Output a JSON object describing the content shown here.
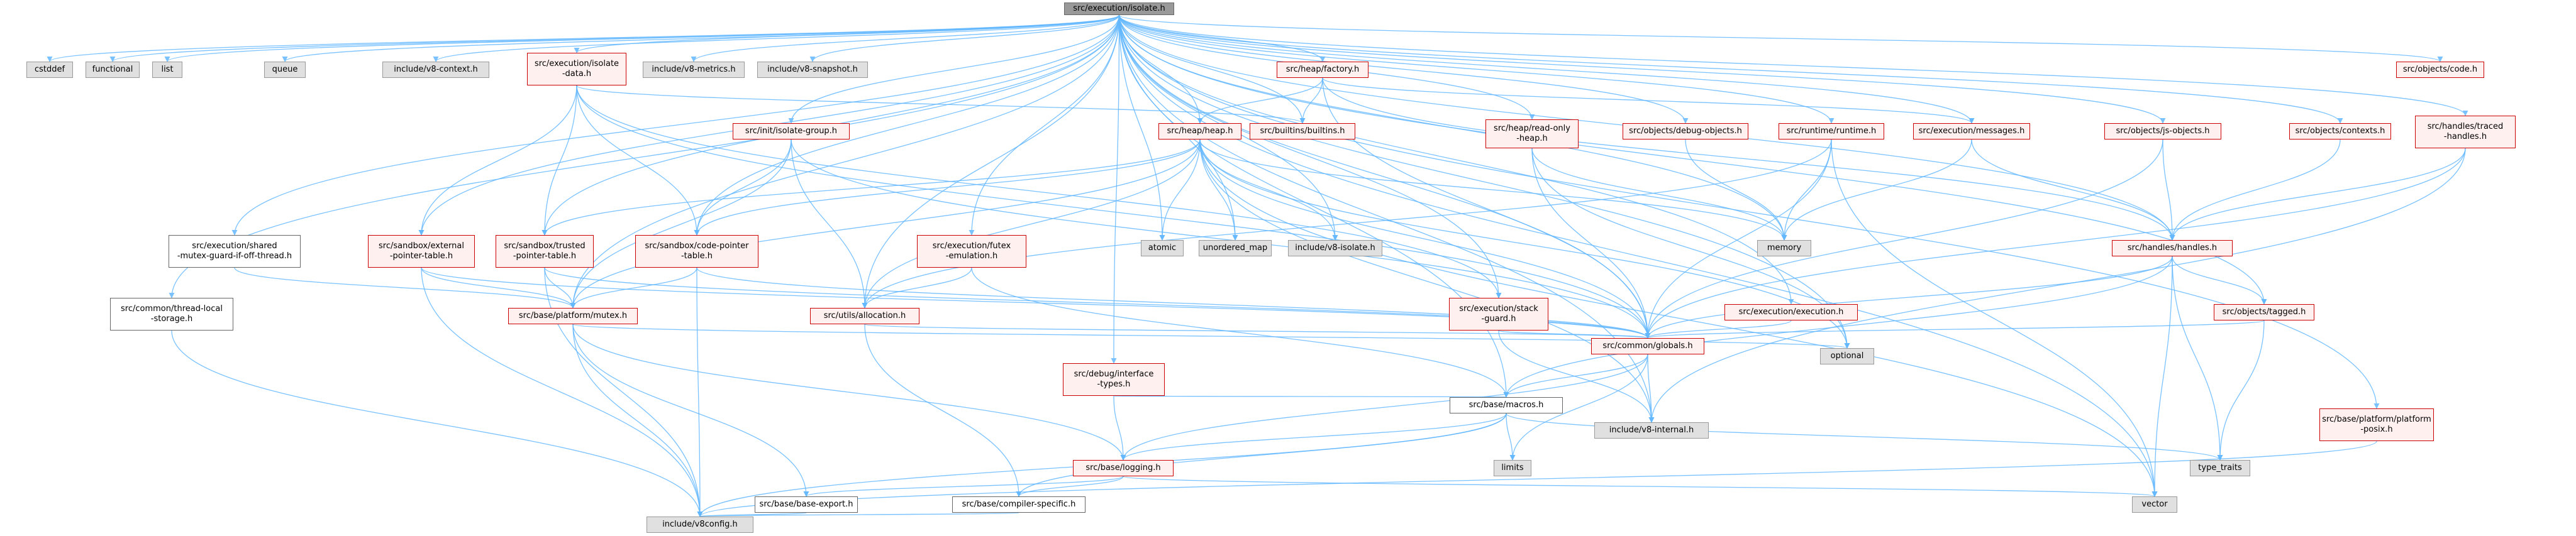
{
  "diagram": {
    "edge_color": "#63b8ff",
    "node_fill_colors": {
      "root": "#999999",
      "internal": "#fff0f0",
      "leaf": "#ffffff",
      "system": "#e0e0e0"
    },
    "node_border_colors": {
      "internal": "#cc0000",
      "leaf": "#666666",
      "system": "#999999"
    },
    "nodes": [
      {
        "id": "root",
        "label": "src/execution/isolate.h",
        "kind": "root"
      },
      {
        "id": "cstddef",
        "label": "cstddef",
        "kind": "system"
      },
      {
        "id": "functional",
        "label": "functional",
        "kind": "system"
      },
      {
        "id": "list",
        "label": "list",
        "kind": "system"
      },
      {
        "id": "queue",
        "label": "queue",
        "kind": "system"
      },
      {
        "id": "v8context",
        "label": "include/v8-context.h",
        "kind": "system"
      },
      {
        "id": "isolatedata",
        "label": "src/execution/isolate\n-data.h",
        "kind": "internal"
      },
      {
        "id": "v8metrics",
        "label": "include/v8-metrics.h",
        "kind": "system"
      },
      {
        "id": "v8snapshot",
        "label": "include/v8-snapshot.h",
        "kind": "system"
      },
      {
        "id": "heapfactory",
        "label": "src/heap/factory.h",
        "kind": "internal"
      },
      {
        "id": "objcode",
        "label": "src/objects/code.h",
        "kind": "internal"
      },
      {
        "id": "isolategroup",
        "label": "src/init/isolate-group.h",
        "kind": "internal"
      },
      {
        "id": "builtins",
        "label": "src/builtins/builtins.h",
        "kind": "internal"
      },
      {
        "id": "heapheap",
        "label": "src/heap/heap.h",
        "kind": "internal"
      },
      {
        "id": "readonlyheap",
        "label": "src/heap/read-only\n-heap.h",
        "kind": "internal"
      },
      {
        "id": "debugobjects",
        "label": "src/objects/debug-objects.h",
        "kind": "internal"
      },
      {
        "id": "runtime",
        "label": "src/runtime/runtime.h",
        "kind": "internal"
      },
      {
        "id": "messages",
        "label": "src/execution/messages.h",
        "kind": "internal"
      },
      {
        "id": "jsobjects",
        "label": "src/objects/js-objects.h",
        "kind": "internal"
      },
      {
        "id": "contexts",
        "label": "src/objects/contexts.h",
        "kind": "internal"
      },
      {
        "id": "tracedhandles",
        "label": "src/handles/traced\n-handles.h",
        "kind": "internal"
      },
      {
        "id": "mutexguard",
        "label": "src/execution/shared\n-mutex-guard-if-off-thread.h",
        "kind": "leaf"
      },
      {
        "id": "extptrtable",
        "label": "src/sandbox/external\n-pointer-table.h",
        "kind": "internal"
      },
      {
        "id": "trustedptrtable",
        "label": "src/sandbox/trusted\n-pointer-table.h",
        "kind": "internal"
      },
      {
        "id": "codeptrtable",
        "label": "src/sandbox/code-pointer\n-table.h",
        "kind": "internal"
      },
      {
        "id": "futex",
        "label": "src/execution/futex\n-emulation.h",
        "kind": "internal"
      },
      {
        "id": "atomic",
        "label": "atomic",
        "kind": "system"
      },
      {
        "id": "unorderedmap",
        "label": "unordered_map",
        "kind": "system"
      },
      {
        "id": "v8isolate",
        "label": "include/v8-isolate.h",
        "kind": "system"
      },
      {
        "id": "memory",
        "label": "memory",
        "kind": "system"
      },
      {
        "id": "handles",
        "label": "src/handles/handles.h",
        "kind": "internal"
      },
      {
        "id": "threadlocal",
        "label": "src/common/thread-local\n-storage.h",
        "kind": "leaf"
      },
      {
        "id": "mutex",
        "label": "src/base/platform/mutex.h",
        "kind": "internal"
      },
      {
        "id": "allocation",
        "label": "src/utils/allocation.h",
        "kind": "internal"
      },
      {
        "id": "stackguard",
        "label": "src/execution/stack\n-guard.h",
        "kind": "internal"
      },
      {
        "id": "execution",
        "label": "src/execution/execution.h",
        "kind": "internal"
      },
      {
        "id": "tagged",
        "label": "src/objects/tagged.h",
        "kind": "internal"
      },
      {
        "id": "globals",
        "label": "src/common/globals.h",
        "kind": "internal"
      },
      {
        "id": "optional",
        "label": "optional",
        "kind": "system"
      },
      {
        "id": "interfacetypes",
        "label": "src/debug/interface\n-types.h",
        "kind": "internal"
      },
      {
        "id": "macros",
        "label": "src/base/macros.h",
        "kind": "leaf"
      },
      {
        "id": "v8internal",
        "label": "include/v8-internal.h",
        "kind": "system"
      },
      {
        "id": "platformposix",
        "label": "src/base/platform/platform\n-posix.h",
        "kind": "internal"
      },
      {
        "id": "limits",
        "label": "limits",
        "kind": "system"
      },
      {
        "id": "typetraits",
        "label": "type_traits",
        "kind": "system"
      },
      {
        "id": "logging",
        "label": "src/base/logging.h",
        "kind": "internal"
      },
      {
        "id": "baseexport",
        "label": "src/base/base-export.h",
        "kind": "leaf"
      },
      {
        "id": "compilerspecific",
        "label": "src/base/compiler-specific.h",
        "kind": "leaf"
      },
      {
        "id": "vector",
        "label": "vector",
        "kind": "system"
      },
      {
        "id": "v8config",
        "label": "include/v8config.h",
        "kind": "system"
      }
    ],
    "edges": [
      [
        "root",
        "cstddef"
      ],
      [
        "root",
        "functional"
      ],
      [
        "root",
        "list"
      ],
      [
        "root",
        "queue"
      ],
      [
        "root",
        "v8context"
      ],
      [
        "root",
        "isolatedata"
      ],
      [
        "root",
        "v8metrics"
      ],
      [
        "root",
        "v8snapshot"
      ],
      [
        "root",
        "heapfactory"
      ],
      [
        "root",
        "objcode"
      ],
      [
        "root",
        "isolategroup"
      ],
      [
        "root",
        "builtins"
      ],
      [
        "root",
        "heapheap"
      ],
      [
        "root",
        "readonlyheap"
      ],
      [
        "root",
        "debugobjects"
      ],
      [
        "root",
        "runtime"
      ],
      [
        "root",
        "messages"
      ],
      [
        "root",
        "jsobjects"
      ],
      [
        "root",
        "contexts"
      ],
      [
        "root",
        "tracedhandles"
      ],
      [
        "root",
        "mutexguard"
      ],
      [
        "root",
        "extptrtable"
      ],
      [
        "root",
        "trustedptrtable"
      ],
      [
        "root",
        "codeptrtable"
      ],
      [
        "root",
        "futex"
      ],
      [
        "root",
        "atomic"
      ],
      [
        "root",
        "unorderedmap"
      ],
      [
        "root",
        "v8isolate"
      ],
      [
        "root",
        "memory"
      ],
      [
        "root",
        "handles"
      ],
      [
        "root",
        "threadlocal"
      ],
      [
        "root",
        "mutex"
      ],
      [
        "root",
        "allocation"
      ],
      [
        "root",
        "stackguard"
      ],
      [
        "root",
        "execution"
      ],
      [
        "root",
        "tagged"
      ],
      [
        "root",
        "globals"
      ],
      [
        "root",
        "optional"
      ],
      [
        "root",
        "interfacetypes"
      ],
      [
        "root",
        "macros"
      ],
      [
        "root",
        "v8internal"
      ],
      [
        "root",
        "platformposix"
      ],
      [
        "root",
        "vector"
      ],
      [
        "isolatedata",
        "builtins"
      ],
      [
        "isolatedata",
        "extptrtable"
      ],
      [
        "isolatedata",
        "trustedptrtable"
      ],
      [
        "isolatedata",
        "codeptrtable"
      ],
      [
        "isolatedata",
        "stackguard"
      ],
      [
        "isolatedata",
        "globals"
      ],
      [
        "heapfactory",
        "builtins"
      ],
      [
        "heapfactory",
        "heapheap"
      ],
      [
        "heapfactory",
        "messages"
      ],
      [
        "heapfactory",
        "handles"
      ],
      [
        "heapfactory",
        "globals"
      ],
      [
        "isolategroup",
        "codeptrtable"
      ],
      [
        "isolategroup",
        "mutex"
      ],
      [
        "isolategroup",
        "allocation"
      ],
      [
        "isolategroup",
        "globals"
      ],
      [
        "heapheap",
        "atomic"
      ],
      [
        "heapheap",
        "unorderedmap"
      ],
      [
        "heapheap",
        "v8isolate"
      ],
      [
        "heapheap",
        "memory"
      ],
      [
        "heapheap",
        "optional"
      ],
      [
        "heapheap",
        "vector"
      ],
      [
        "heapheap",
        "allocation"
      ],
      [
        "heapheap",
        "globals"
      ],
      [
        "heapheap",
        "v8internal"
      ],
      [
        "heapheap",
        "mutex"
      ],
      [
        "heapheap",
        "codeptrtable"
      ],
      [
        "heapheap",
        "trustedptrtable"
      ],
      [
        "readonlyheap",
        "memory"
      ],
      [
        "readonlyheap",
        "globals"
      ],
      [
        "readonlyheap",
        "optional"
      ],
      [
        "debugobjects",
        "memory"
      ],
      [
        "runtime",
        "memory"
      ],
      [
        "runtime",
        "globals"
      ],
      [
        "runtime",
        "vector"
      ],
      [
        "runtime",
        "allocation"
      ],
      [
        "messages",
        "memory"
      ],
      [
        "messages",
        "handles"
      ],
      [
        "jsobjects",
        "handles"
      ],
      [
        "jsobjects",
        "globals"
      ],
      [
        "contexts",
        "handles"
      ],
      [
        "tracedhandles",
        "handles"
      ],
      [
        "tracedhandles",
        "globals"
      ],
      [
        "tracedhandles",
        "v8internal"
      ],
      [
        "mutexguard",
        "mutex"
      ],
      [
        "extptrtable",
        "mutex"
      ],
      [
        "extptrtable",
        "v8config"
      ],
      [
        "extptrtable",
        "globals"
      ],
      [
        "trustedptrtable",
        "mutex"
      ],
      [
        "trustedptrtable",
        "v8config"
      ],
      [
        "trustedptrtable",
        "globals"
      ],
      [
        "codeptrtable",
        "mutex"
      ],
      [
        "codeptrtable",
        "globals"
      ],
      [
        "codeptrtable",
        "v8config"
      ],
      [
        "futex",
        "allocation"
      ],
      [
        "futex",
        "macros"
      ],
      [
        "handles",
        "tagged"
      ],
      [
        "handles",
        "typetraits"
      ],
      [
        "handles",
        "vector"
      ],
      [
        "handles",
        "macros"
      ],
      [
        "handles",
        "globals"
      ],
      [
        "threadlocal",
        "v8config"
      ],
      [
        "mutex",
        "optional"
      ],
      [
        "mutex",
        "logging"
      ],
      [
        "mutex",
        "baseexport"
      ],
      [
        "mutex",
        "v8config"
      ],
      [
        "allocation",
        "compilerspecific"
      ],
      [
        "allocation",
        "globals"
      ],
      [
        "stackguard",
        "globals"
      ],
      [
        "stackguard",
        "v8internal"
      ],
      [
        "execution",
        "globals"
      ],
      [
        "tagged",
        "typetraits"
      ],
      [
        "tagged",
        "globals"
      ],
      [
        "globals",
        "limits"
      ],
      [
        "globals",
        "macros"
      ],
      [
        "globals",
        "v8internal"
      ],
      [
        "globals",
        "logging"
      ],
      [
        "interfacetypes",
        "macros"
      ],
      [
        "interfacetypes",
        "logging"
      ],
      [
        "macros",
        "limits"
      ],
      [
        "macros",
        "typetraits"
      ],
      [
        "macros",
        "logging"
      ],
      [
        "macros",
        "compilerspecific"
      ],
      [
        "macros",
        "v8config"
      ],
      [
        "platformposix",
        "v8config"
      ],
      [
        "logging",
        "vector"
      ],
      [
        "logging",
        "baseexport"
      ],
      [
        "logging",
        "compilerspecific"
      ],
      [
        "baseexport",
        "v8config"
      ],
      [
        "compilerspecific",
        "v8config"
      ]
    ]
  }
}
